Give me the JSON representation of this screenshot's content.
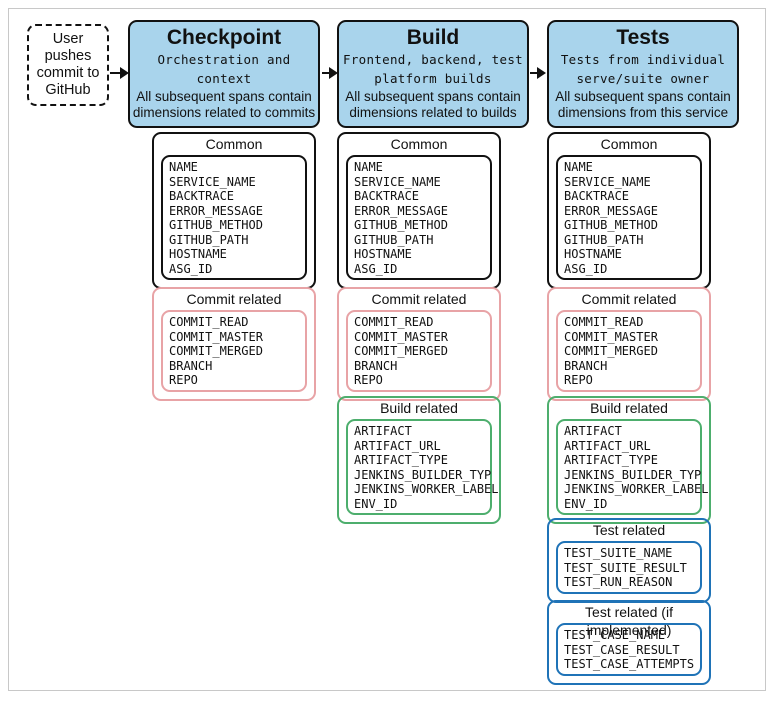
{
  "user_node": {
    "label": "User pushes commit to GitHub"
  },
  "columns": [
    {
      "title": "Checkpoint",
      "subtitle": "Orchestration and context",
      "description": "All subsequent spans contain dimensions related to commits",
      "groups": [
        {
          "kind": "common",
          "title": "Common",
          "fields": [
            "NAME",
            "SERVICE_NAME",
            "BACKTRACE",
            "ERROR_MESSAGE",
            "GITHUB_METHOD",
            "GITHUB_PATH",
            "HOSTNAME",
            "ASG_ID"
          ]
        },
        {
          "kind": "commit",
          "title": "Commit related",
          "fields": [
            "COMMIT_READ",
            "COMMIT_MASTER",
            "COMMIT_MERGED",
            "BRANCH",
            "REPO"
          ]
        }
      ]
    },
    {
      "title": "Build",
      "subtitle": "Frontend, backend, test platform builds",
      "description": "All subsequent spans contain dimensions related to builds",
      "groups": [
        {
          "kind": "common",
          "title": "Common",
          "fields": [
            "NAME",
            "SERVICE_NAME",
            "BACKTRACE",
            "ERROR_MESSAGE",
            "GITHUB_METHOD",
            "GITHUB_PATH",
            "HOSTNAME",
            "ASG_ID"
          ]
        },
        {
          "kind": "commit",
          "title": "Commit related",
          "fields": [
            "COMMIT_READ",
            "COMMIT_MASTER",
            "COMMIT_MERGED",
            "BRANCH",
            "REPO"
          ]
        },
        {
          "kind": "build",
          "title": "Build related",
          "fields": [
            "ARTIFACT",
            "ARTIFACT_URL",
            "ARTIFACT_TYPE",
            "JENKINS_BUILDER_TYP",
            "JENKINS_WORKER_LABEL",
            "ENV_ID"
          ]
        }
      ]
    },
    {
      "title": "Tests",
      "subtitle": "Tests from individual serve/suite owner",
      "description": "All subsequent spans contain dimensions from this service",
      "groups": [
        {
          "kind": "common",
          "title": "Common",
          "fields": [
            "NAME",
            "SERVICE_NAME",
            "BACKTRACE",
            "ERROR_MESSAGE",
            "GITHUB_METHOD",
            "GITHUB_PATH",
            "HOSTNAME",
            "ASG_ID"
          ]
        },
        {
          "kind": "commit",
          "title": "Commit related",
          "fields": [
            "COMMIT_READ",
            "COMMIT_MASTER",
            "COMMIT_MERGED",
            "BRANCH",
            "REPO"
          ]
        },
        {
          "kind": "build",
          "title": "Build related",
          "fields": [
            "ARTIFACT",
            "ARTIFACT_URL",
            "ARTIFACT_TYPE",
            "JENKINS_BUILDER_TYP",
            "JENKINS_WORKER_LABEL",
            "ENV_ID"
          ]
        },
        {
          "kind": "test",
          "title": "Test related",
          "fields": [
            "TEST_SUITE_NAME",
            "TEST_SUITE_RESULT",
            "TEST_RUN_REASON"
          ]
        },
        {
          "kind": "test",
          "title": "Test related (if implemented)",
          "fields": [
            "TEST_CASE_NAME",
            "TEST_CASE_RESULT",
            "TEST_CASE_ATTEMPTS"
          ]
        }
      ]
    }
  ],
  "caption": "",
  "colors": {
    "header_fill": "#a9d4ec",
    "common_border": "#111111",
    "commit_border": "#e8a3a6",
    "build_border": "#4dae6d",
    "test_border": "#1f73b7"
  }
}
